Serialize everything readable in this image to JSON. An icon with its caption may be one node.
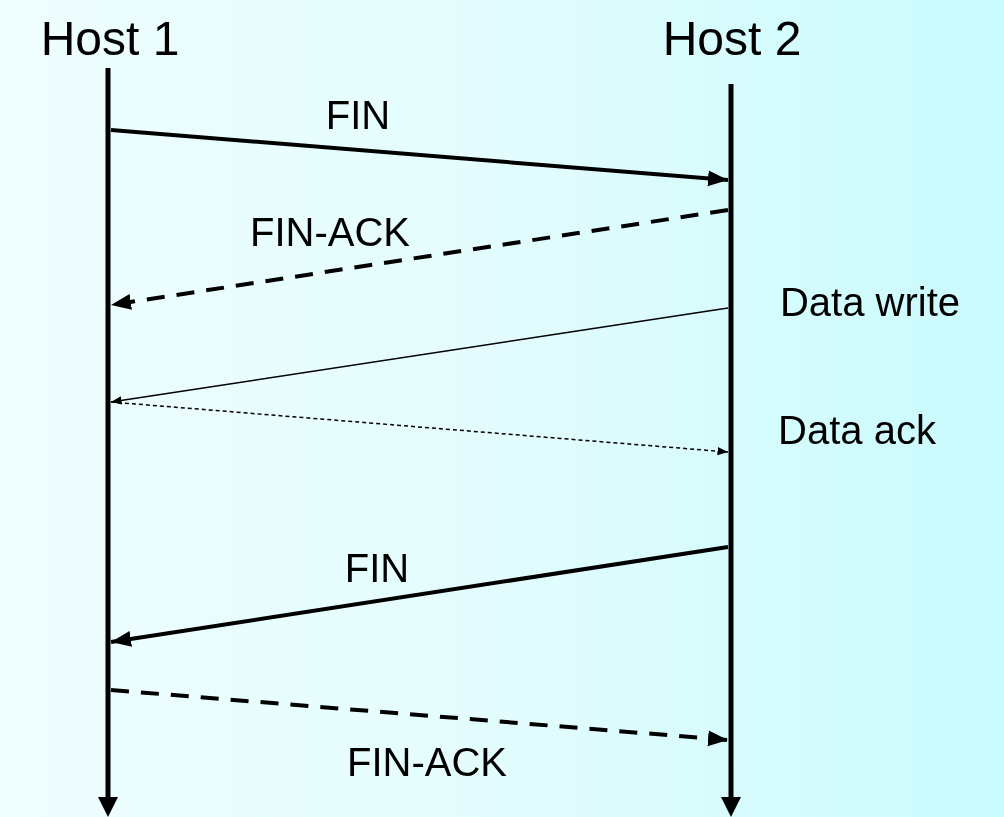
{
  "diagram": {
    "nodes": [
      {
        "text": [
          "Host 1"
        ]
      },
      {
        "text": [
          "Host 2"
        ]
      },
      {
        "text": [],
        "shape": "bar"
      },
      {
        "text": [],
        "shape": "bar"
      }
    ],
    "edges": [
      {
        "from": 2,
        "to": 3,
        "arrow": "to",
        "label": "FIN"
      },
      {
        "from": 3,
        "to": 2,
        "arrow": "to",
        "label": "FIN-ACK",
        "style": "dashed"
      },
      {
        "from": 3,
        "to": 2,
        "arrow": "to",
        "label": "Data write"
      },
      {
        "from": 2,
        "to": 3,
        "arrow": "to",
        "label": "Data ack",
        "style": "dashed"
      },
      {
        "from": 3,
        "to": 2,
        "arrow": "to",
        "label": "FIN"
      },
      {
        "from": 2,
        "to": 3,
        "arrow": "to",
        "label": "FIN-ACK",
        "style": "dashed"
      }
    ]
  }
}
